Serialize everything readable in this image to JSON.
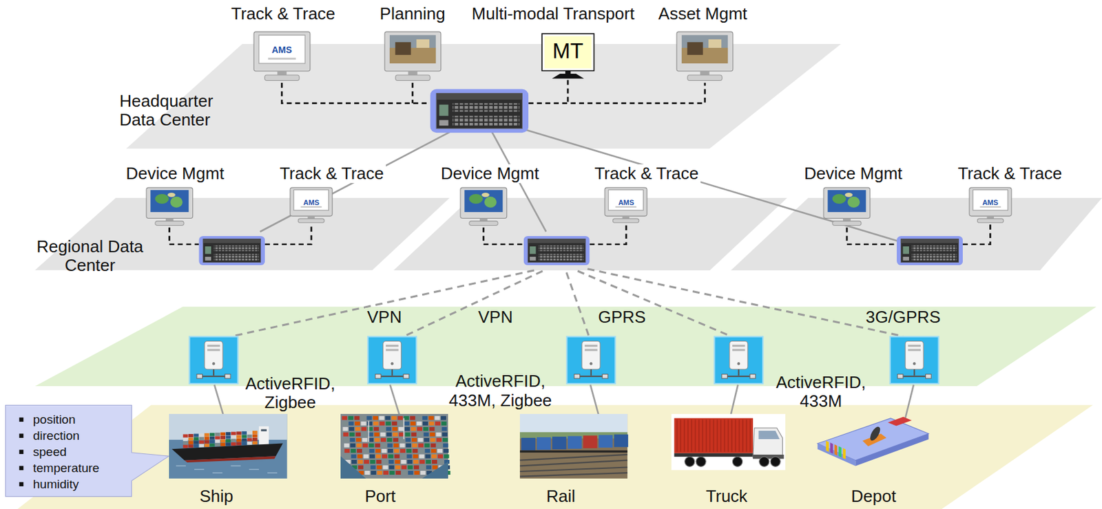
{
  "diagram": {
    "nodes": [
      {
        "text": [
          "Headquarter Data Center"
        ]
      },
      {
        "text": [
          "Track & Trace",
          "AMS"
        ],
        "in": 0
      },
      {
        "text": [
          "Planning"
        ],
        "in": 0
      },
      {
        "text": [
          "Multi-modal Transport",
          "MT"
        ],
        "in": 0
      },
      {
        "text": [
          "Asset Mgmt"
        ],
        "in": 0
      },
      {
        "text": [
          "Regional Data Center"
        ]
      },
      {
        "text": [
          "Device Mgmt"
        ],
        "in": 5
      },
      {
        "text": [
          "Track & Trace",
          "AMS"
        ],
        "in": 5
      },
      {
        "text": [
          "Device Mgmt"
        ]
      },
      {
        "text": [
          "Track & Trace",
          "AMS"
        ]
      },
      {
        "text": [
          "Device Mgmt"
        ]
      },
      {
        "text": [
          "Track & Trace",
          "AMS"
        ]
      },
      {
        "text": [
          "position",
          "direction",
          "speed",
          "temperature",
          "humidity"
        ]
      },
      {
        "text": [
          "Ship"
        ]
      },
      {
        "text": [
          "Port"
        ]
      },
      {
        "text": [
          "Rail"
        ]
      },
      {
        "text": [
          "Truck"
        ]
      },
      {
        "text": [
          "Depot"
        ]
      }
    ],
    "labels": [
      "VPN",
      "VPN",
      "GPRS",
      "3G/GPRS",
      "ActiveRFID, Zigbee",
      "ActiveRFID, 433M, Zigbee",
      "ActiveRFID, 433M"
    ]
  }
}
